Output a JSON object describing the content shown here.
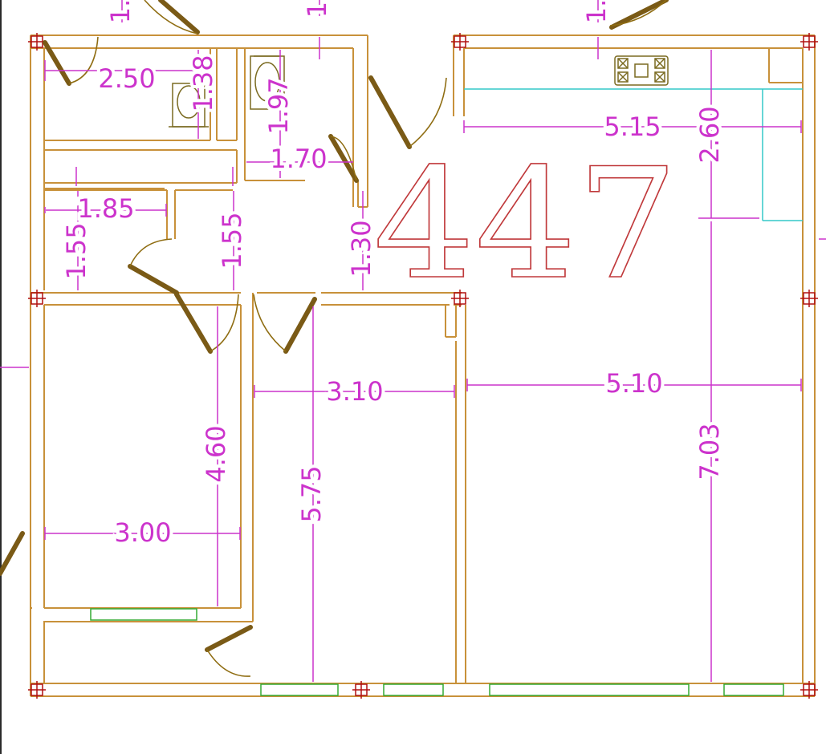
{
  "drawing": {
    "plot_number": "447",
    "colors": {
      "wall": "#c8913a",
      "dimension": "#cc33cc",
      "door": "#7a5a16",
      "door_swing": "#8f6d12",
      "window": "#33aa33",
      "kitchen_counter": "#33c8c8",
      "plot_number": "#c0393b",
      "column": "#b01010",
      "fixture": "#7a6a20"
    },
    "dimensions": {
      "bath1_width": "2.50",
      "bath1_depth": "1.38",
      "bath2_depth": "1.97",
      "bath2_width": "1.70",
      "hall_width": "1.85",
      "hall_depth_left": "1.55",
      "hall_depth_mid": "1.55",
      "corridor_depth": "1.30",
      "kitchen_width": "5.15",
      "kitchen_depth": "2.60",
      "room_left_depth": "4.60",
      "room_left_width": "3.00",
      "room_mid_width": "3.10",
      "room_mid_depth": "5.75",
      "room_right_width": "5.10",
      "room_right_depth": "7.03",
      "cut_top_left": "1.",
      "cut_top_mid": "1",
      "cut_top_right": "1."
    }
  }
}
